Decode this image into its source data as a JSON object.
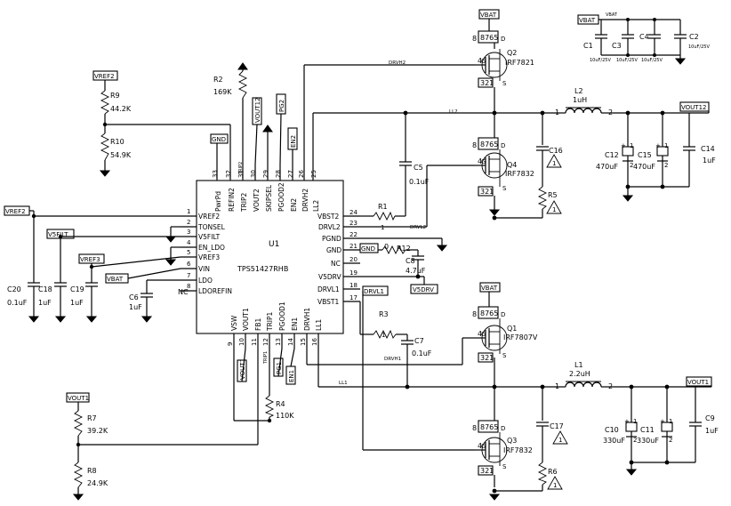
{
  "ic": {
    "ref": "U1",
    "part": "TPS51427RHB"
  },
  "ic_pins_left": [
    {
      "num": "1",
      "name": "VREF2"
    },
    {
      "num": "2",
      "name": "TONSEL"
    },
    {
      "num": "3",
      "name": "V5FILT"
    },
    {
      "num": "4",
      "name": "EN_LDO"
    },
    {
      "num": "5",
      "name": "VREF3"
    },
    {
      "num": "6",
      "name": "VIN"
    },
    {
      "num": "7",
      "name": "LDO"
    },
    {
      "num": "8",
      "name": "LDOREFIN"
    }
  ],
  "ic_pins_right": [
    {
      "num": "24",
      "name": "VBST2"
    },
    {
      "num": "23",
      "name": "DRVL2"
    },
    {
      "num": "22",
      "name": "PGND"
    },
    {
      "num": "21",
      "name": "GND"
    },
    {
      "num": "20",
      "name": "NC"
    },
    {
      "num": "19",
      "name": "V5DRV"
    },
    {
      "num": "18",
      "name": "DRVL1"
    },
    {
      "num": "17",
      "name": "VBST1"
    }
  ],
  "ic_pins_top": [
    {
      "num": "33",
      "name": "PwrPd"
    },
    {
      "num": "32",
      "name": "REFIN2"
    },
    {
      "num": "31",
      "name": "TRIP2"
    },
    {
      "num": "30",
      "name": "VOUT2"
    },
    {
      "num": "29",
      "name": "SKIPSEL"
    },
    {
      "num": "28",
      "name": "PGOOD2"
    },
    {
      "num": "27",
      "name": "EN2"
    },
    {
      "num": "26",
      "name": "DRVH2"
    },
    {
      "num": "25",
      "name": "LL2"
    }
  ],
  "ic_pins_bottom": [
    {
      "num": "9",
      "name": "VSW"
    },
    {
      "num": "10",
      "name": "VOUT1"
    },
    {
      "num": "11",
      "name": "FB1"
    },
    {
      "num": "12",
      "name": "TRIP1"
    },
    {
      "num": "13",
      "name": "PGOOD1"
    },
    {
      "num": "14",
      "name": "EN1"
    },
    {
      "num": "15",
      "name": "DRVH1"
    },
    {
      "num": "16",
      "name": "LL1"
    }
  ],
  "nc_label": "NC",
  "nets": {
    "vbat": "VBAT",
    "vref2": "VREF2",
    "vref3": "VREF3",
    "v5filt": "V5FILT",
    "vout1": "VOUT1",
    "vout12": "VOUT12",
    "gnd": "GND",
    "en1": "EN1",
    "en2": "EN2",
    "pg1": "PG1",
    "pg2": "PG2",
    "v5drv": "V5DRV",
    "drvl1": "DRVL1",
    "drvh1": "DRVH1",
    "drvh2": "DRVH2",
    "drvl2": "DRVL2",
    "ll1": "LL1",
    "ll2": "LL2",
    "trip1": "TRIP1",
    "trip2": "TRIP2"
  },
  "resistors": [
    {
      "ref": "R9",
      "value": "44.2K"
    },
    {
      "ref": "R10",
      "value": "54.9K"
    },
    {
      "ref": "R2",
      "value": "169K"
    },
    {
      "ref": "R1",
      "value": "1"
    },
    {
      "ref": "R12",
      "value": "0"
    },
    {
      "ref": "R5",
      "value": ""
    },
    {
      "ref": "R3",
      "value": "1"
    },
    {
      "ref": "R4",
      "value": "110K"
    },
    {
      "ref": "R6",
      "value": ""
    },
    {
      "ref": "R7",
      "value": "39.2K"
    },
    {
      "ref": "R8",
      "value": "24.9K"
    }
  ],
  "capacitors": [
    {
      "ref": "C20",
      "value": "0.1uF"
    },
    {
      "ref": "C18",
      "value": "1uF"
    },
    {
      "ref": "C19",
      "value": "1uF"
    },
    {
      "ref": "C6",
      "value": "1uF"
    },
    {
      "ref": "C5",
      "value": "0.1uF"
    },
    {
      "ref": "C8",
      "value": "4.7uF"
    },
    {
      "ref": "C7",
      "value": "0.1uF"
    },
    {
      "ref": "C16",
      "value": ""
    },
    {
      "ref": "C17",
      "value": ""
    },
    {
      "ref": "C12",
      "value": "470uF"
    },
    {
      "ref": "C15",
      "value": "470uF"
    },
    {
      "ref": "C14",
      "value": "1uF"
    },
    {
      "ref": "C10",
      "value": "330uF"
    },
    {
      "ref": "C11",
      "value": "330uF"
    },
    {
      "ref": "C9",
      "value": "1uF"
    },
    {
      "ref": "C1",
      "value": "10uF/25V"
    },
    {
      "ref": "C3",
      "value": "10uF/25V"
    },
    {
      "ref": "C4",
      "value": "10uF/25V"
    },
    {
      "ref": "C2",
      "value": "10uF/25V"
    }
  ],
  "inductors": [
    {
      "ref": "L2",
      "value": "1uH"
    },
    {
      "ref": "L1",
      "value": "2.2uH"
    }
  ],
  "mosfets": [
    {
      "ref": "Q2",
      "part": "IRF7821"
    },
    {
      "ref": "Q4",
      "part": "IRF7832"
    },
    {
      "ref": "Q1",
      "part": "IRF7807V"
    },
    {
      "ref": "Q3",
      "part": "IRF7832"
    }
  ],
  "fet_pins": {
    "drain": "8765",
    "gate": "4",
    "source": "321",
    "g": "G",
    "d": "D",
    "s": "S"
  },
  "misc": {
    "one": "1",
    "two": "2",
    "plus": "+",
    "warn": "1"
  }
}
